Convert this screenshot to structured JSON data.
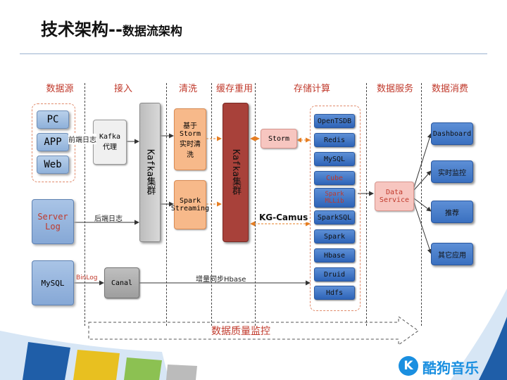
{
  "title": {
    "main": "技术架构--",
    "sub": "数据流架构"
  },
  "headers": [
    "数据源",
    "接入",
    "清洗",
    "缓存重用",
    "存储计算",
    "数据服务",
    "数据消费"
  ],
  "sources": {
    "pc": "PC",
    "app": "APP",
    "web": "Web",
    "server_log": "Server Log",
    "mysql": "MySQL"
  },
  "ingest": {
    "kafka_agent": "Kafka代理",
    "kafka_cluster": "Kafka集群",
    "canal": "Canal"
  },
  "cleaning": {
    "storm_realtime": "基于Storm实时清洗",
    "spark_streaming": "Spark Streaming"
  },
  "cache": {
    "kafka_cluster": "Kafka集群",
    "storm": "Storm",
    "kg_camus": "KG-Camus"
  },
  "storage": [
    "OpenTSDB",
    "Redis",
    "MySQL",
    "Cube",
    "Spark MLLib",
    "SparkSQL",
    "Spark",
    "Hbase",
    "Druid",
    "Hdfs"
  ],
  "service": {
    "data_service": "Data Service"
  },
  "consumers": [
    "Dashboard",
    "实时监控",
    "推荐",
    "其它应用"
  ],
  "edge_labels": {
    "frontend_log": "前端日志",
    "backend_log": "后端日志",
    "binlog": "BinLog",
    "incremental_sync": "增量同步Hbase"
  },
  "quality": "数据质量监控",
  "brand": {
    "name": "酷狗音乐",
    "letter": "K"
  },
  "colors": {
    "accent_red": "#c0392b",
    "kafka_dark": "#a8413a",
    "orange": "#f7b98a",
    "brand_blue": "#1a8fe0"
  }
}
